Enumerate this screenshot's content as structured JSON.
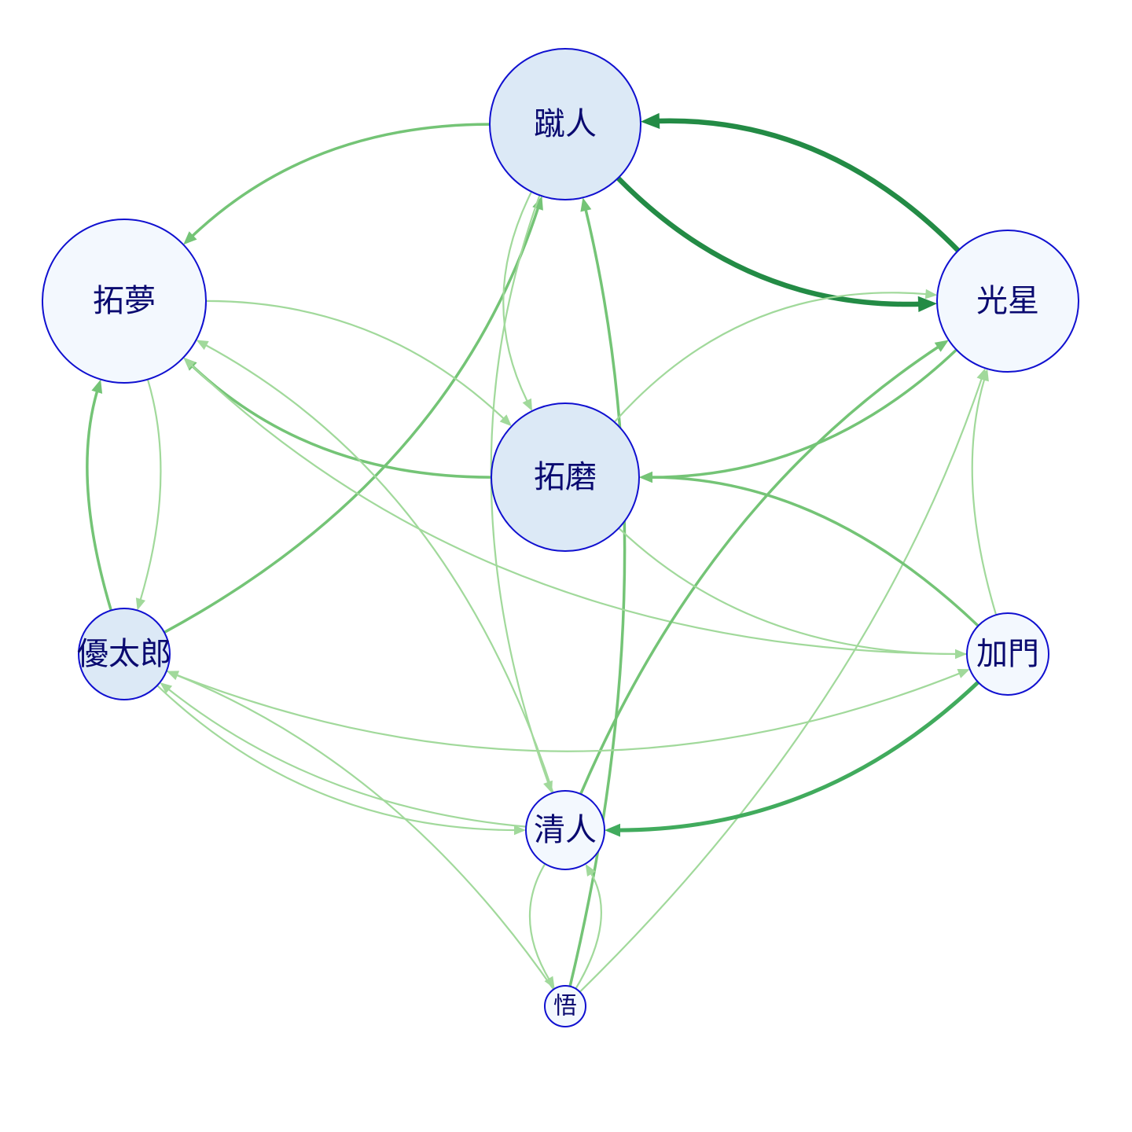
{
  "colors": {
    "background": "#ffffff",
    "node_stroke": "#1010d0",
    "label": "#0a0a70",
    "node_fill_dark": "#dce9f6",
    "node_fill_light": "#f3f8fe",
    "edge_strong": "#238b45",
    "edge_medium": "#41ab5d",
    "edge_normal": "#74c476",
    "edge_light": "#a1d99b"
  },
  "nodes": [
    {
      "id": "shujin",
      "label": "蹴人",
      "shade": "dark"
    },
    {
      "id": "takumu",
      "label": "拓夢",
      "shade": "light"
    },
    {
      "id": "kosei",
      "label": "光星",
      "shade": "light"
    },
    {
      "id": "takuma",
      "label": "拓磨",
      "shade": "dark"
    },
    {
      "id": "yutaro",
      "label": "優太郎",
      "shade": "dark"
    },
    {
      "id": "kamon",
      "label": "加門",
      "shade": "light"
    },
    {
      "id": "kiyoto",
      "label": "清人",
      "shade": "light"
    },
    {
      "id": "satoru",
      "label": "悟",
      "shade": "light"
    }
  ],
  "edges": [
    {
      "from": "shujin",
      "to": "kosei",
      "strength": "strong"
    },
    {
      "from": "kosei",
      "to": "shujin",
      "strength": "strong"
    },
    {
      "from": "shujin",
      "to": "takumu",
      "strength": "normal"
    },
    {
      "from": "yutaro",
      "to": "shujin",
      "strength": "normal"
    },
    {
      "from": "shujin",
      "to": "takuma",
      "strength": "light"
    },
    {
      "from": "shujin",
      "to": "kiyoto",
      "strength": "light"
    },
    {
      "from": "satoru",
      "to": "shujin",
      "strength": "normal"
    },
    {
      "from": "takumu",
      "to": "takuma",
      "strength": "light"
    },
    {
      "from": "takuma",
      "to": "takumu",
      "strength": "normal"
    },
    {
      "from": "takumu",
      "to": "yutaro",
      "strength": "light"
    },
    {
      "from": "yutaro",
      "to": "takumu",
      "strength": "normal"
    },
    {
      "from": "kiyoto",
      "to": "takumu",
      "strength": "light"
    },
    {
      "from": "kamon",
      "to": "takumu",
      "strength": "light"
    },
    {
      "from": "kosei",
      "to": "takuma",
      "strength": "normal"
    },
    {
      "from": "takuma",
      "to": "kosei",
      "strength": "light"
    },
    {
      "from": "kiyoto",
      "to": "kosei",
      "strength": "normal"
    },
    {
      "from": "satoru",
      "to": "kosei",
      "strength": "light"
    },
    {
      "from": "kamon",
      "to": "kosei",
      "strength": "light"
    },
    {
      "from": "kamon",
      "to": "takuma",
      "strength": "normal"
    },
    {
      "from": "takuma",
      "to": "kamon",
      "strength": "light"
    },
    {
      "from": "kamon",
      "to": "kiyoto",
      "strength": "medium"
    },
    {
      "from": "yutaro",
      "to": "kamon",
      "strength": "light"
    },
    {
      "from": "yutaro",
      "to": "kiyoto",
      "strength": "light"
    },
    {
      "from": "kiyoto",
      "to": "yutaro",
      "strength": "light"
    },
    {
      "from": "satoru",
      "to": "yutaro",
      "strength": "light"
    },
    {
      "from": "satoru",
      "to": "kiyoto",
      "strength": "light"
    },
    {
      "from": "kiyoto",
      "to": "satoru",
      "strength": "light"
    }
  ]
}
